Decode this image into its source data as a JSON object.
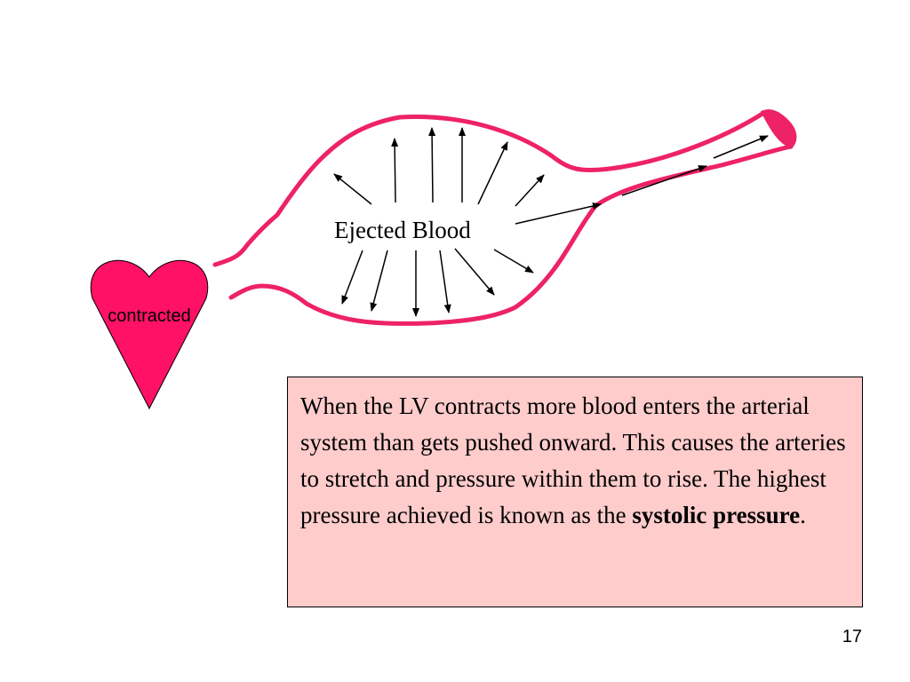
{
  "diagram": {
    "heart_label": "contracted",
    "blood_label": "Ejected Blood"
  },
  "caption": {
    "text_before": "When the LV contracts more blood enters the arterial system than gets pushed onward.  This causes the arteries to stretch and pressure within them to rise.  The highest pressure achieved is known as the ",
    "bold_text": "systolic pressure",
    "text_after": "."
  },
  "slide_number": "17",
  "colors": {
    "vessel": "#ee2266",
    "heart": "#ff1166",
    "box_fill": "#ffcccc"
  }
}
